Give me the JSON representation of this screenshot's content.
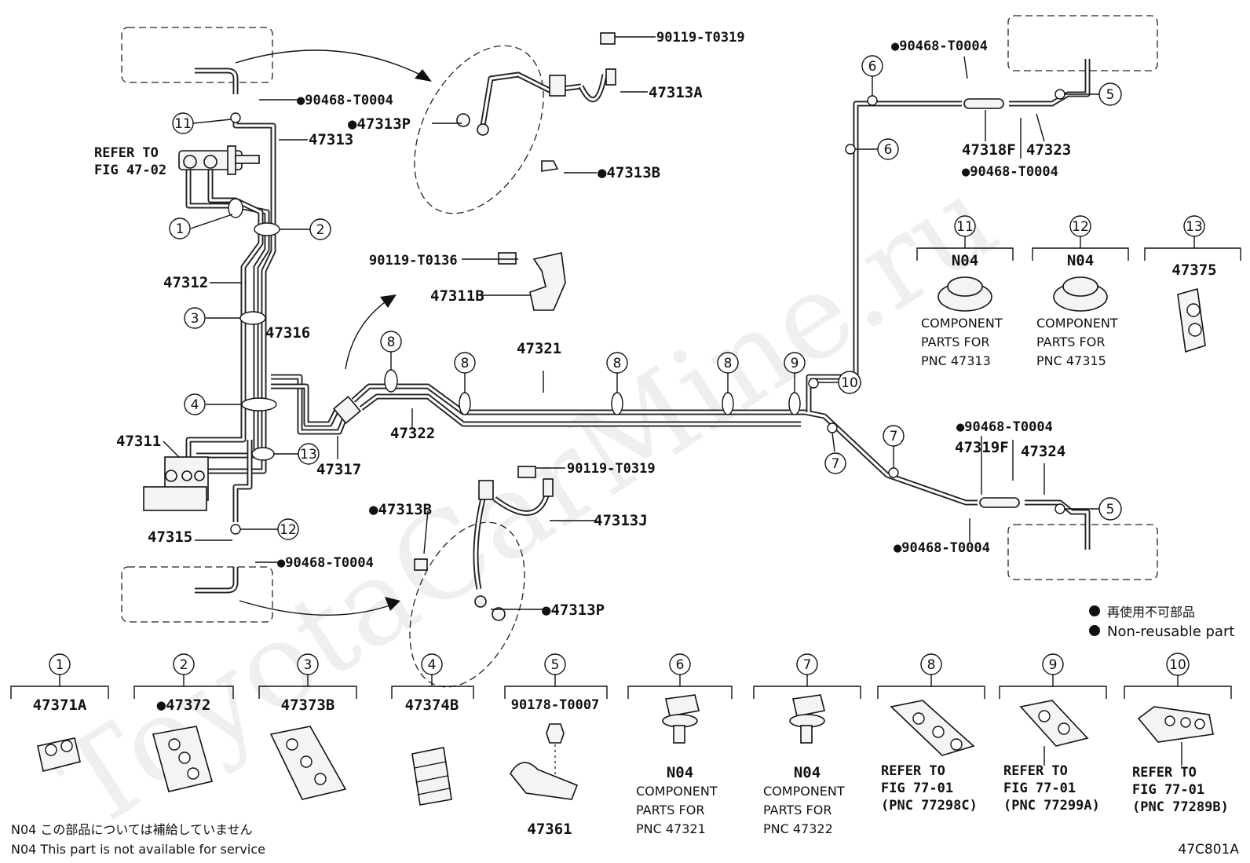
{
  "watermark": "ToyotaCarMine.ru",
  "fig_code": "47C801A",
  "legend": {
    "jp": "再使用不可部品",
    "en": "Non-reusable part"
  },
  "footnotes": {
    "jp": "N04 この部品については補給していません",
    "en": "N04 This part is not available for service"
  },
  "labels": {
    "p90119_T0319_top": "90119-T0319",
    "p47313A": "47313A",
    "p47313P_top": "●47313P",
    "p47313B_top": "●47313B",
    "p90468_T0004_tl": "●90468-T0004",
    "p47313": "47313",
    "refer_47_02_a": "REFER TO",
    "refer_47_02_b": "FIG 47-02",
    "p47312": "47312",
    "p47316": "47316",
    "p90119_T0136": "90119-T0136",
    "p47311B": "47311B",
    "p47311": "47311",
    "p47317": "47317",
    "p47322": "47322",
    "p47321": "47321",
    "p47315": "47315",
    "p90468_T0004_bl": "●90468-T0004",
    "p47313B_bot": "●47313B",
    "p90119_T0319_bot": "90119-T0319",
    "p47313J": "47313J",
    "p47313P_bot": "●47313P",
    "p90468_T0004_tr": "●90468-T0004",
    "p47318F": "47318F",
    "p47323": "47323",
    "p90468_T0004_tr2": "●90468-T0004",
    "p90468_T0004_mr": "●90468-T0004",
    "p47319F": "47319F",
    "p47324": "47324",
    "p90468_T0004_br": "●90468-T0004"
  },
  "callouts": [
    "1",
    "2",
    "3",
    "4",
    "5",
    "6",
    "7",
    "8",
    "9",
    "10",
    "11",
    "12",
    "13"
  ],
  "grommets": [
    {
      "no": "11",
      "code": "N04",
      "l1": "COMPONENT",
      "l2": "PARTS FOR",
      "l3": "PNC 47313"
    },
    {
      "no": "12",
      "code": "N04",
      "l1": "COMPONENT",
      "l2": "PARTS FOR",
      "l3": "PNC 47315"
    },
    {
      "no": "13",
      "code": "47375"
    }
  ],
  "clamps": [
    {
      "no": "1",
      "code": "47371A"
    },
    {
      "no": "2",
      "code": "●47372"
    },
    {
      "no": "3",
      "code": "47373B"
    },
    {
      "no": "4",
      "code": "47374B"
    },
    {
      "no": "5",
      "code": "90178-T0007",
      "code2": "47361"
    },
    {
      "no": "6",
      "code": "N04",
      "l1": "COMPONENT",
      "l2": "PARTS FOR",
      "l3": "PNC 47321"
    },
    {
      "no": "7",
      "code": "N04",
      "l1": "COMPONENT",
      "l2": "PARTS FOR",
      "l3": "PNC 47322"
    },
    {
      "no": "8",
      "l1": "REFER TO",
      "l2": "FIG 77-01",
      "l3": "(PNC 77298C)"
    },
    {
      "no": "9",
      "l1": "REFER TO",
      "l2": "FIG 77-01",
      "l3": "(PNC 77299A)"
    },
    {
      "no": "10",
      "l1": "REFER TO",
      "l2": "FIG 77-01",
      "l3": "(PNC 77289B)"
    }
  ]
}
